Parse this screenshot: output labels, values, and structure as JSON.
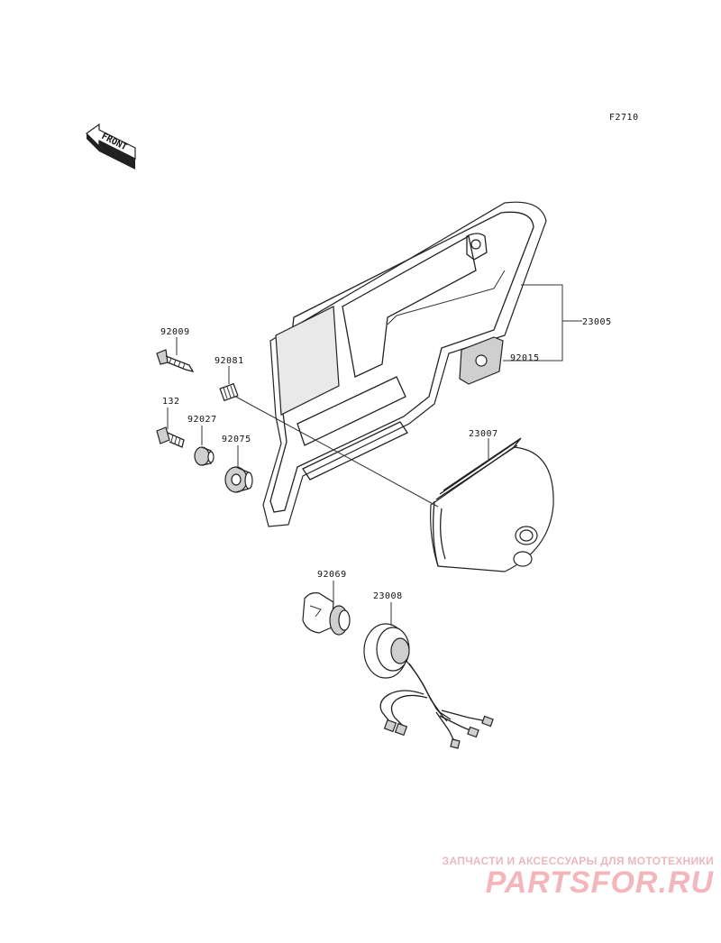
{
  "figure_code": "F2710",
  "front_label": "FRONT",
  "parts": {
    "p23005": "23005",
    "p92015": "92015",
    "p23007": "23007",
    "p92009": "92009",
    "p92081": "92081",
    "p132": "132",
    "p92027": "92027",
    "p92075": "92075",
    "p92069": "92069",
    "p23008": "23008"
  },
  "watermark": {
    "tagline": "ЗАПЧАСТИ И АКСЕССУАРЫ ДЛЯ МОТОТЕХНИКИ",
    "logo": "PARTSFOR.RU"
  }
}
